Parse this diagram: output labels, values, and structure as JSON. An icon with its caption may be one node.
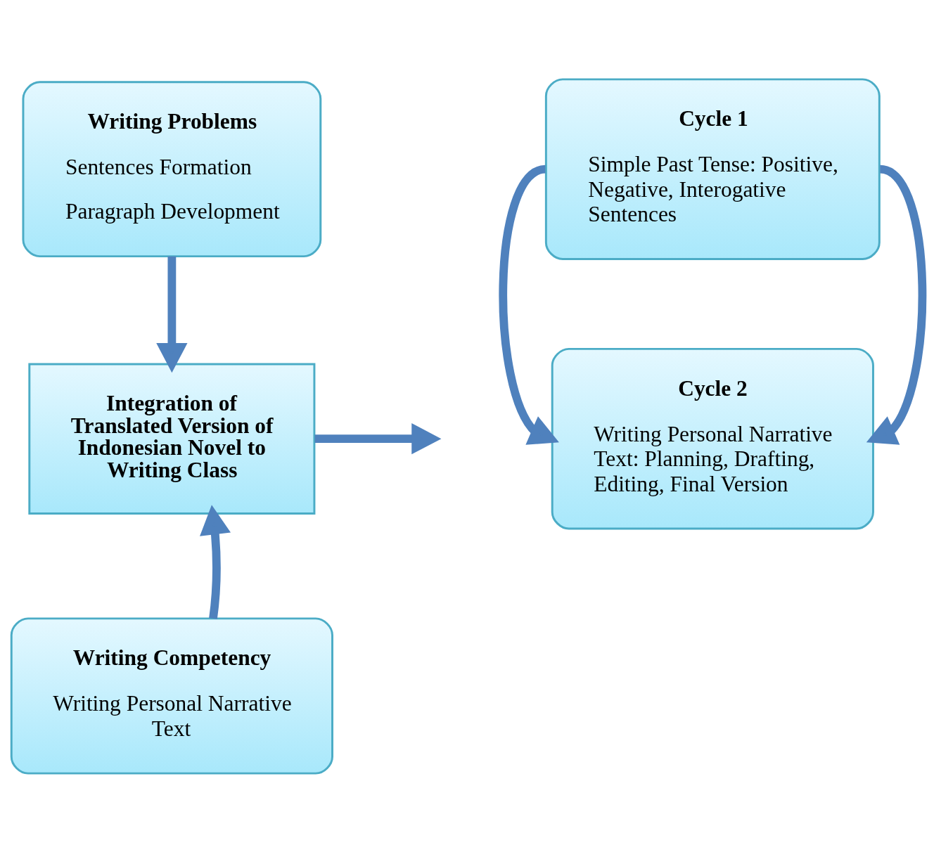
{
  "diagram": {
    "nodes": [
      {
        "text": [
          "Writing Problems",
          "Sentences Formation",
          "Paragraph Development"
        ]
      },
      {
        "text": [
          "Integration of Translated Version of Indonesian Novel to Writing Class"
        ]
      },
      {
        "text": [
          "Cycle 1",
          "Simple Past Tense: Positive, Negative, Interogative Sentences"
        ]
      },
      {
        "text": [
          "Cycle 2",
          "Writing Personal Narrative Text: Planning, Drafting, Editing, Final Version"
        ]
      },
      {
        "text": [
          "Writing Competency",
          "Writing Personal Narrative Text"
        ]
      }
    ],
    "edges": [
      {
        "from": 0,
        "to": 1,
        "arrow": "to"
      },
      {
        "from": 4,
        "to": 1,
        "arrow": "to"
      },
      {
        "from": 1,
        "to": null,
        "arrow": "to"
      },
      {
        "from": 2,
        "to": 3,
        "arrow": "to"
      },
      {
        "from": 2,
        "to": 3,
        "arrow": "to"
      }
    ]
  }
}
